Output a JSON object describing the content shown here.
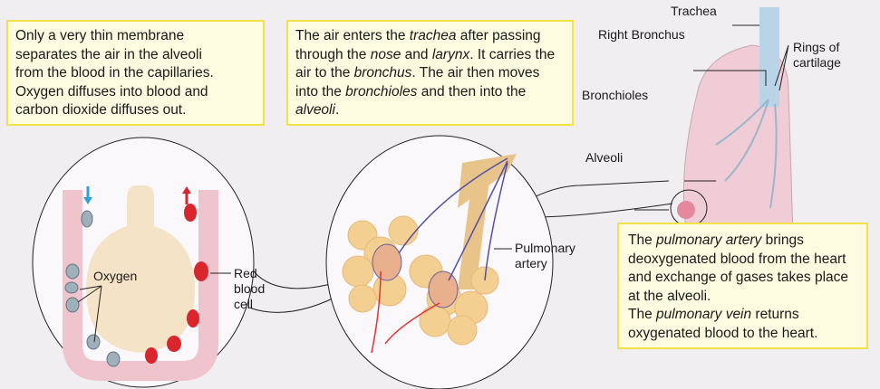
{
  "boxes": {
    "membrane": [
      "Only a very thin membrane",
      "separates the air in the alveoli",
      "from the blood in the capillaries.",
      "Oxygen diffuses into blood and",
      "carbon dioxide diffuses out."
    ],
    "airway": {
      "p1": "The air enters the ",
      "i1": "trachea",
      "p2": " after passing through the ",
      "i2": "nose",
      "p3": " and ",
      "i3": "larynx",
      "p4": ". It carries the air to the ",
      "i4": "bronchus",
      "p5": ". The air then moves into the ",
      "i5": "bronchioles",
      "p6": " and then into the ",
      "i6": "alveoli",
      "p7": "."
    },
    "pulmonary": {
      "p1": "The ",
      "i1": "pulmonary artery",
      "p2": " brings deoxygenated blood from the heart and exchange of gases takes place at the alveoli.",
      "p3": "The ",
      "i2": "pulmonary vein",
      "p4": " returns oxygenated blood to the heart."
    }
  },
  "labels": {
    "trachea": "Trachea",
    "right_bronchus": "Right Bronchus",
    "rings": "Rings of cartilage",
    "bronchioles": "Bronchioles",
    "alveoli": "Alveoli",
    "pulmonary_artery": "Pulmonary artery",
    "oxygen": "Oxygen",
    "rbc": "Red blood cell"
  },
  "colors": {
    "box_fill": "#fdfbe0",
    "box_border": "#f2e24a",
    "capillary": "#f0c4cc",
    "rbc": "#d8252e",
    "alveoli": "#f3cf92",
    "lung": "#f0ccd6"
  },
  "icons": {
    "down_arrow": "blue-arrow-down",
    "up_arrow": "red-arrow-up"
  }
}
